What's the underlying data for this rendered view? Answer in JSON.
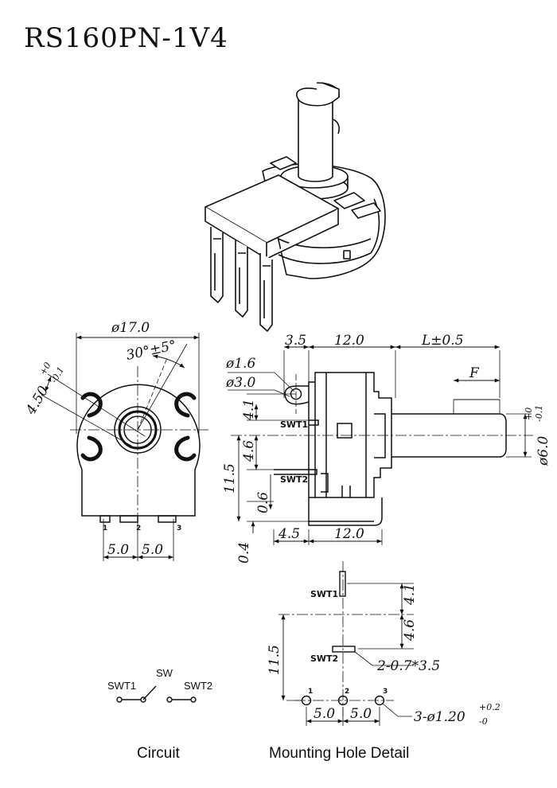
{
  "title": "RS160PN-1V4",
  "front_view": {
    "body_dia": "ø17.0",
    "angle": "30°±5°",
    "keyway_dim": "4.50",
    "keyway_tol_plus": "+0",
    "keyway_tol_minus": "-0.1",
    "pin_pitch_a": "5.0",
    "pin_pitch_b": "5.0",
    "pin_labels": [
      "1",
      "2",
      "3"
    ]
  },
  "side_view": {
    "hole_small": "ø1.6",
    "hole_large": "ø3.0",
    "dim_3_5": "3.5",
    "dim_12_top": "12.0",
    "dim_length": "L±0.5",
    "dim_f": "F",
    "shaft_dia": "ø6.0",
    "shaft_tol_plus": "+0",
    "shaft_tol_minus": "-0.1",
    "dim_4_1": "4.1",
    "dim_4_6": "4.6",
    "dim_11_5": "11.5",
    "dim_0_6": "0.6",
    "dim_0_4": "0.4",
    "dim_4_5": "4.5",
    "dim_12_bottom": "12.0",
    "swt1": "SWT1",
    "swt2": "SWT2"
  },
  "circuit": {
    "caption": "Circuit",
    "sw": "SW",
    "swt1": "SWT1",
    "swt2": "SWT2"
  },
  "mounting": {
    "caption": "Mounting Hole Detail",
    "swt1": "SWT1",
    "swt2": "SWT2",
    "dim_4_1": "4.1",
    "dim_4_6": "4.6",
    "dim_11_5": "11.5",
    "slot_note": "2-0.7*3.5",
    "hole_note": "3-ø1.20",
    "hole_tol_plus": "+0.2",
    "hole_tol_minus": "-0",
    "pitch_a": "5.0",
    "pitch_b": "5.0",
    "pin_labels": [
      "1",
      "2",
      "3"
    ]
  }
}
